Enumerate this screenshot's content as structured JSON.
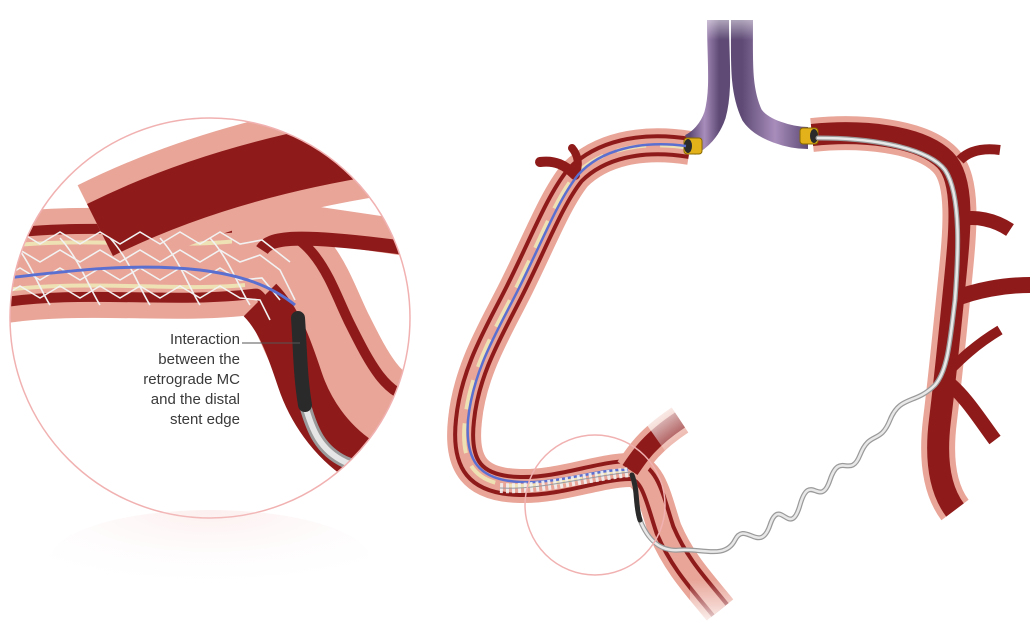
{
  "annotation": {
    "lines": [
      "Interaction",
      "between the",
      "retrograde MC",
      "and the distal",
      "stent edge"
    ]
  },
  "colors": {
    "vessel_wall": "#e8a598",
    "vessel_lumen": "#8e1a1a",
    "vessel_outline": "#6e1010",
    "plaque": "#eee1b4",
    "guide_catheter": "#8a6b9e",
    "catheter_tip": "#e3b21a",
    "guidewire_blue": "#5b6fd0",
    "microcatheter_grey": "#c8c8c8",
    "microcatheter_dark": "#2a2a2a",
    "stent_struts": "#f2f2f2",
    "magnifier_circle": "#f1b1b1"
  },
  "icons": [
    "magnifier-circle",
    "stent",
    "guide-catheter",
    "guidewire",
    "microcatheter"
  ]
}
